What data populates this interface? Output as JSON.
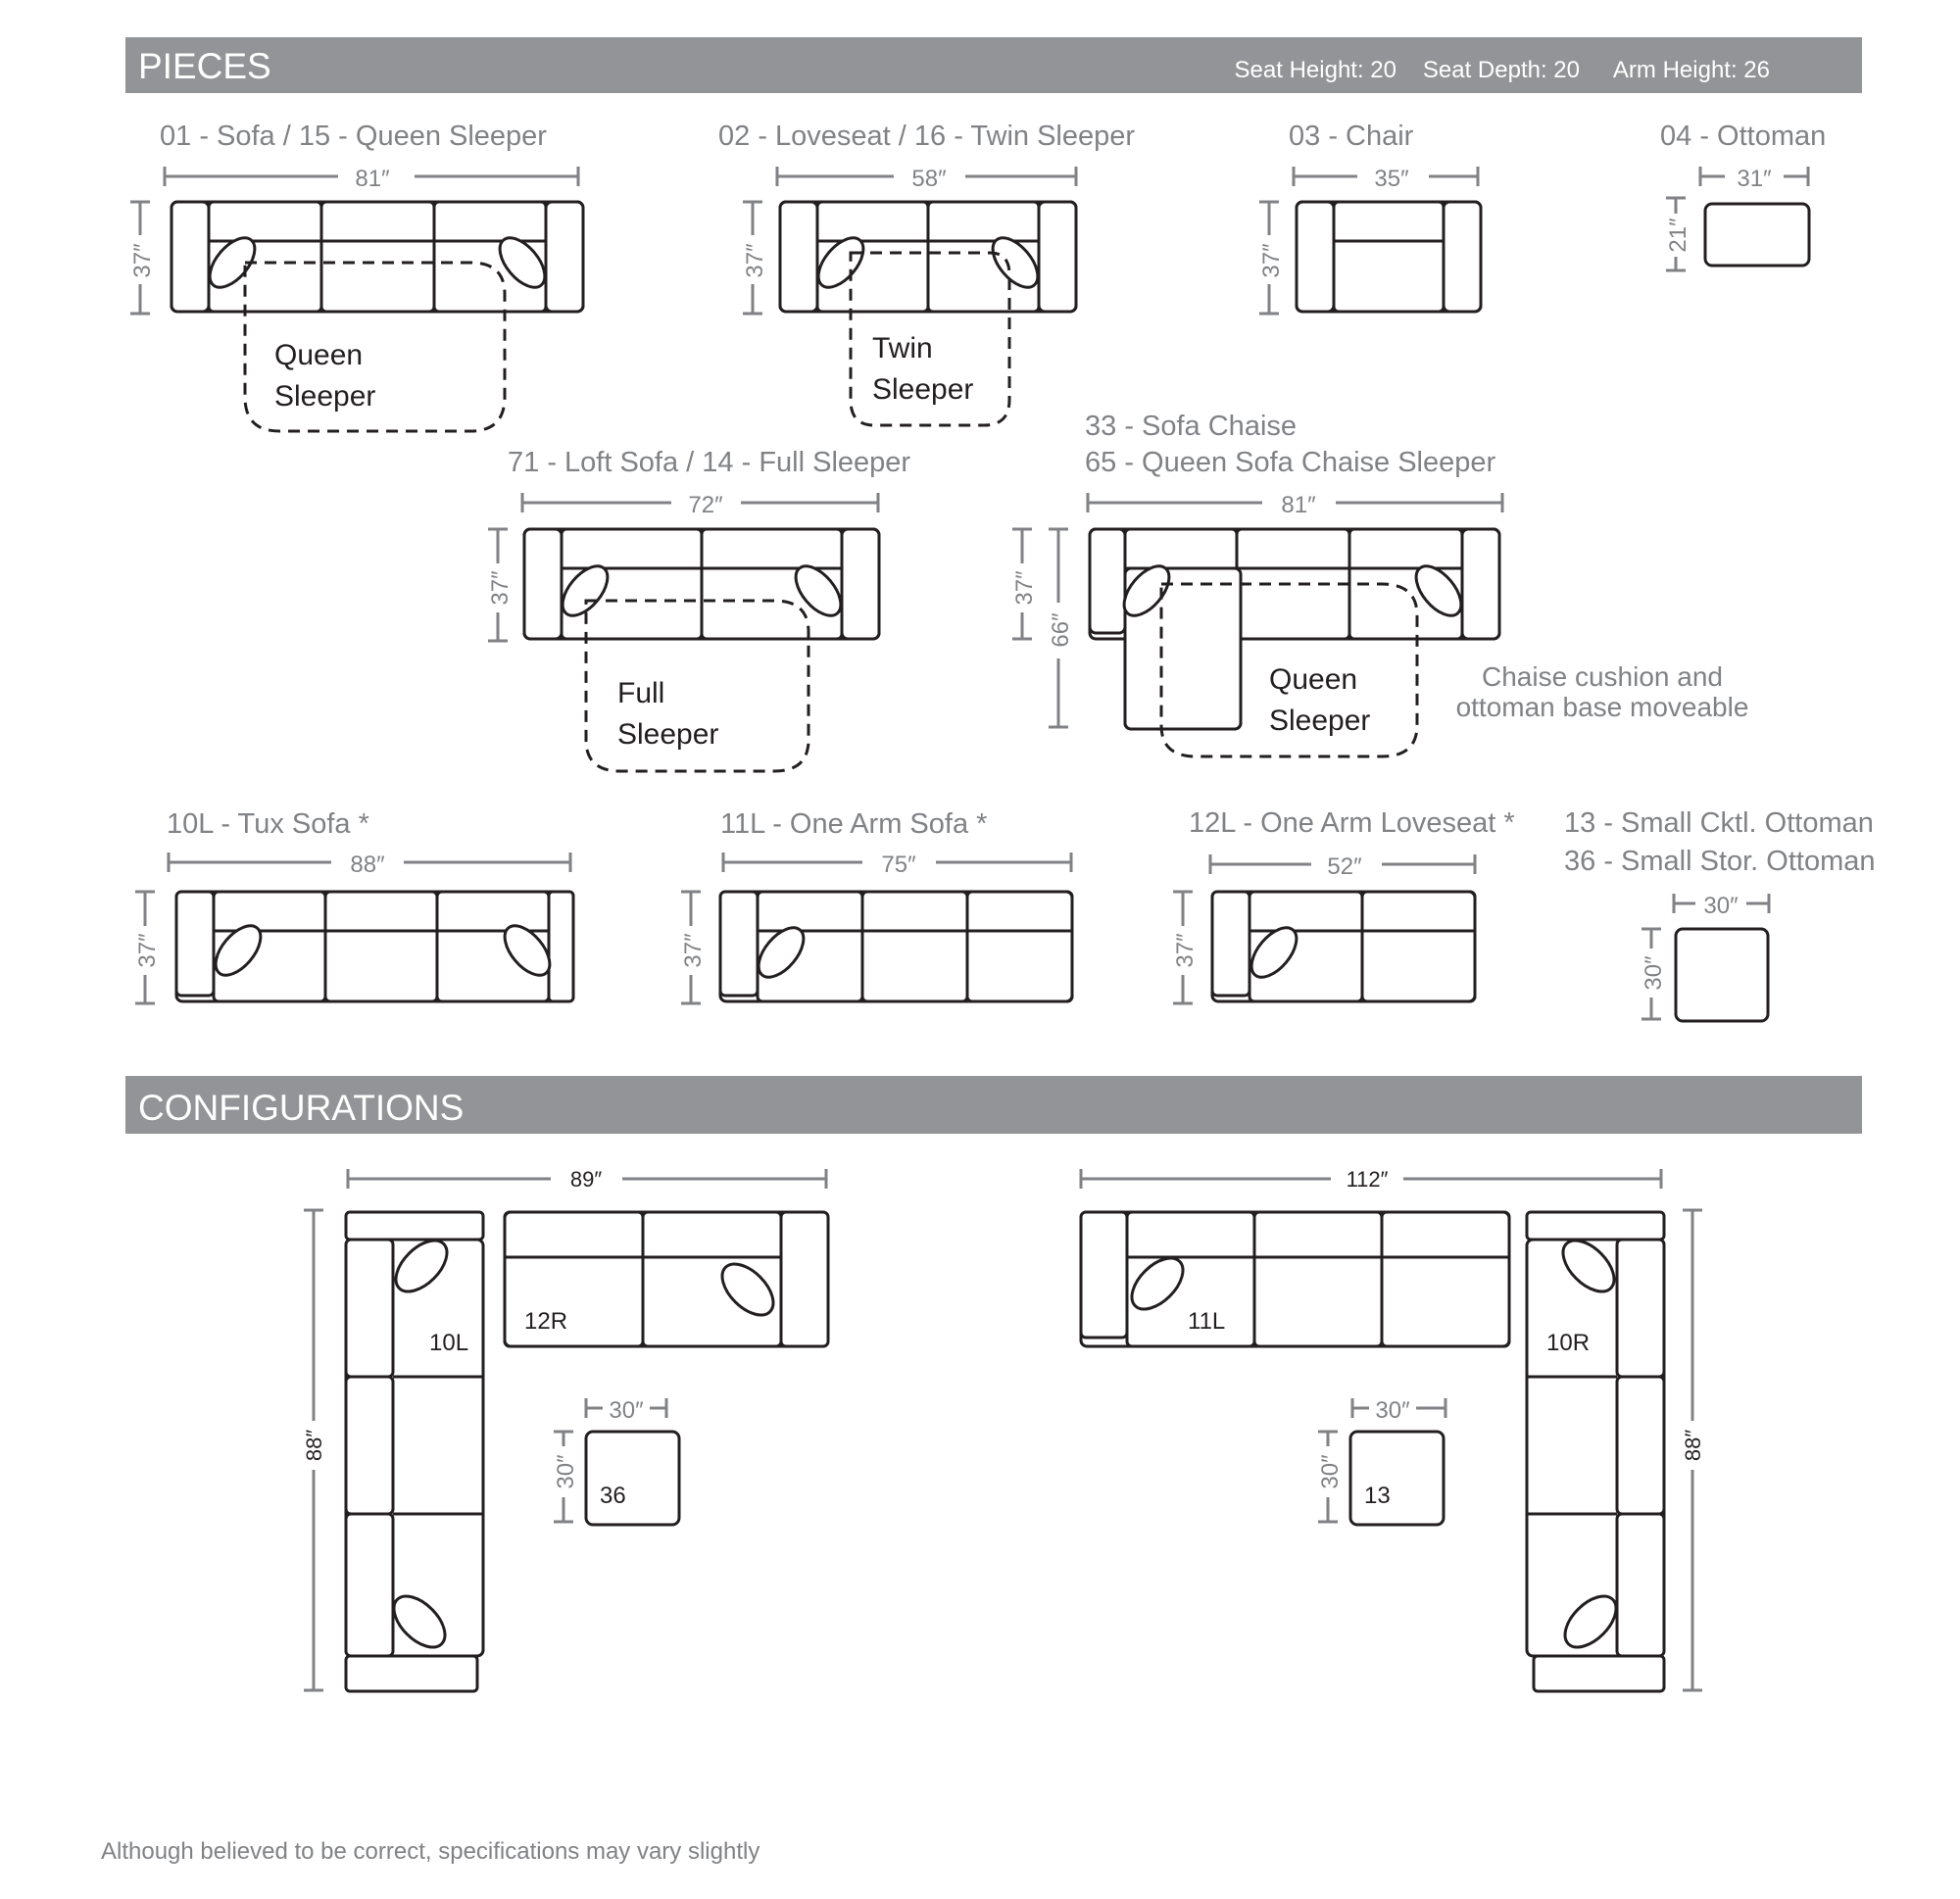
{
  "sections": {
    "pieces_title": "PIECES",
    "configurations_title": "CONFIGURATIONS"
  },
  "specs": {
    "seat_height": "Seat Height: 20",
    "seat_depth": "Seat Depth: 20",
    "arm_height": "Arm Height: 26"
  },
  "pieces": {
    "p01": {
      "title": "01 - Sofa / 15 - Queen Sleeper",
      "width": "81″",
      "depth": "37″",
      "sleeper_line1": "Queen",
      "sleeper_line2": "Sleeper"
    },
    "p02": {
      "title": "02 - Loveseat / 16 - Twin Sleeper",
      "width": "58″",
      "depth": "37″",
      "sleeper_line1": "Twin",
      "sleeper_line2": "Sleeper"
    },
    "p03": {
      "title": "03 - Chair",
      "width": "35″",
      "depth": "37″"
    },
    "p04": {
      "title": "04 - Ottoman",
      "width": "31″",
      "depth": "21″"
    },
    "p71": {
      "title": "71 - Loft Sofa / 14 - Full Sleeper",
      "width": "72″",
      "depth": "37″",
      "sleeper_line1": "Full",
      "sleeper_line2": "Sleeper"
    },
    "p33": {
      "title_line1": "33 - Sofa Chaise",
      "title_line2": "65 - Queen Sofa Chaise Sleeper",
      "width": "81″",
      "depth": "37″",
      "depth2": "66″",
      "sleeper_line1": "Queen",
      "sleeper_line2": "Sleeper",
      "note_line1": "Chaise cushion and",
      "note_line2": "ottoman base moveable"
    },
    "p10l": {
      "title": "10L - Tux Sofa *",
      "width": "88″",
      "depth": "37″"
    },
    "p11l": {
      "title": "11L - One Arm Sofa *",
      "width": "75″",
      "depth": "37″"
    },
    "p12l": {
      "title": "12L - One Arm Loveseat *",
      "width": "52″",
      "depth": "37″"
    },
    "p13": {
      "title_line1": "13 - Small Cktl. Ottoman",
      "title_line2": "36 - Small Stor. Ottoman",
      "width": "30″",
      "depth": "30″"
    }
  },
  "configurations": {
    "left": {
      "width": "89″",
      "depth": "88″",
      "label_10l": "10L",
      "label_12r": "12R",
      "ottoman_label": "36",
      "ottoman_width": "30″",
      "ottoman_depth": "30″"
    },
    "right": {
      "width": "112″",
      "depth": "88″",
      "label_11l": "11L",
      "label_10r": "10R",
      "ottoman_label": "13",
      "ottoman_width": "30″",
      "ottoman_depth": "30″"
    }
  },
  "footer": "Although believed to be correct, specifications may vary slightly"
}
